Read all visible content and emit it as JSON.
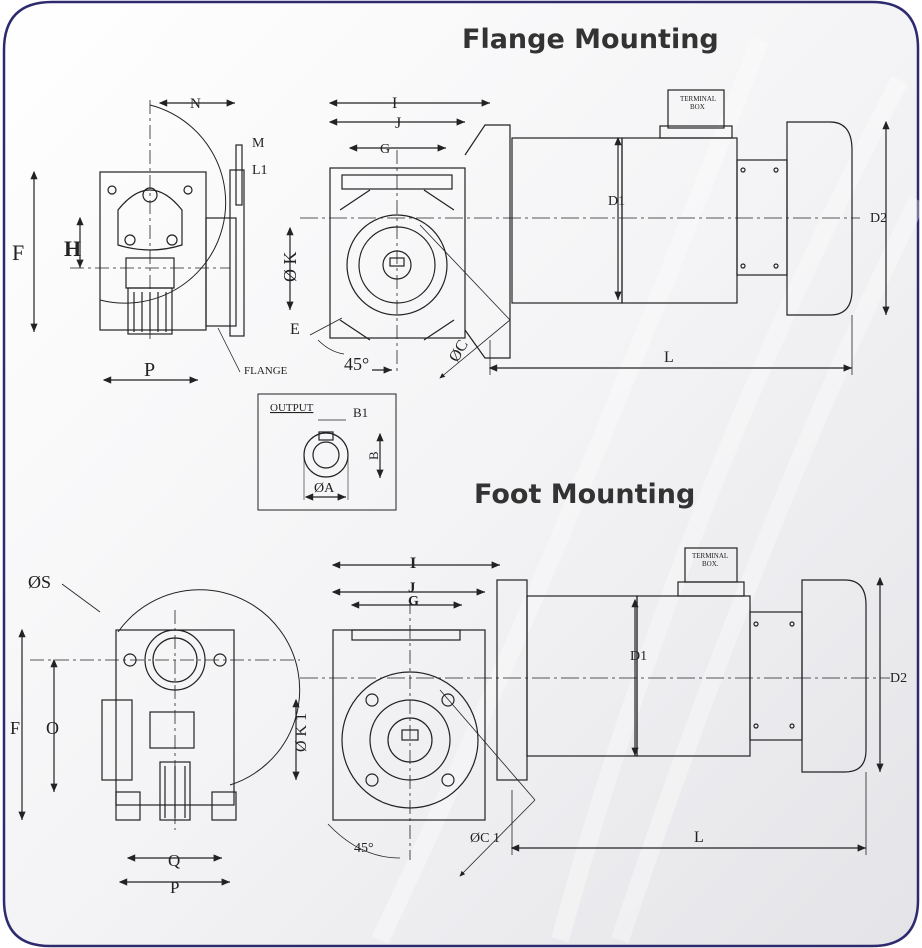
{
  "titles": {
    "flange": "Flange Mounting",
    "foot": "Foot Mounting"
  },
  "flange_labels": {
    "N": "N",
    "M": "M",
    "L1": "L1",
    "F": "F",
    "H": "H",
    "P": "P",
    "flange": "FLANGE",
    "I": "I",
    "J": "J",
    "G": "G",
    "K": "Ø K",
    "E": "E",
    "angle": "45°",
    "C": "ØC",
    "D1": "D1",
    "D2": "D2",
    "L": "L",
    "terminal_1": "TERMINAL",
    "terminal_2": "BOX"
  },
  "output_inset": {
    "title": "OUTPUT",
    "B1": "B1",
    "B": "B",
    "A": "ØA"
  },
  "foot_labels": {
    "S": "ØS",
    "F": "F",
    "O": "O",
    "K1": "Ø K 1",
    "Q": "Q",
    "P": "P",
    "I": "I",
    "J": "J",
    "G": "G",
    "D1": "D1",
    "D2": "D2",
    "angle": "45°",
    "C1": "ØC 1",
    "L": "L",
    "terminal_1": "TERMINAL",
    "terminal_2": "BOX."
  },
  "colors": {
    "frame_border": "#2d2a6e",
    "line": "#222222",
    "title": "#333333"
  }
}
